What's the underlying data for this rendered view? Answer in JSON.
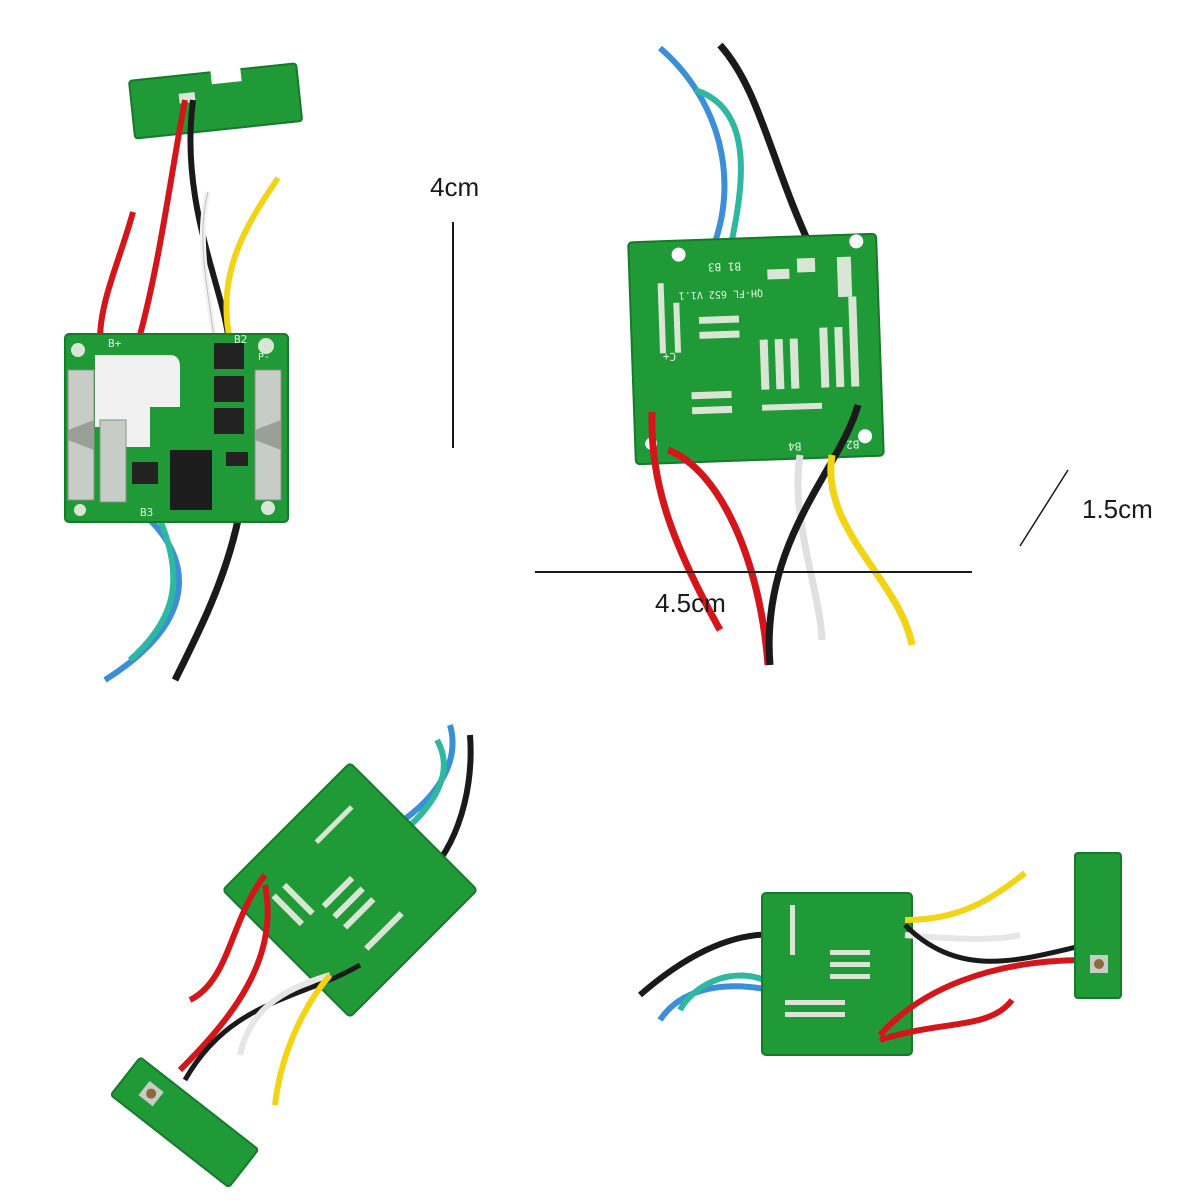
{
  "dimensions": {
    "height": "4cm",
    "width": "4.5cm",
    "depth": "1.5cm"
  },
  "front_board": {
    "labels": {
      "bplus": "B+",
      "b2": "B2",
      "b3": "B3",
      "p": "P-"
    }
  },
  "back_board": {
    "model": "QH-FL 652 V1.1",
    "labels": {
      "b3": "B3",
      "b1": "B1",
      "cplus": "C+",
      "b4": "B4",
      "b2": "B2"
    }
  },
  "colors": {
    "pcb": "#1f9a36",
    "pcb_dark": "#157a2a",
    "pad": "#d9e6d6",
    "wire_red": "#d4161b",
    "wire_black": "#1a1a1a",
    "wire_blue": "#3a8fd6",
    "wire_teal": "#2fb8a0",
    "wire_white": "#f2f2f2",
    "wire_yellow": "#f2d416"
  }
}
